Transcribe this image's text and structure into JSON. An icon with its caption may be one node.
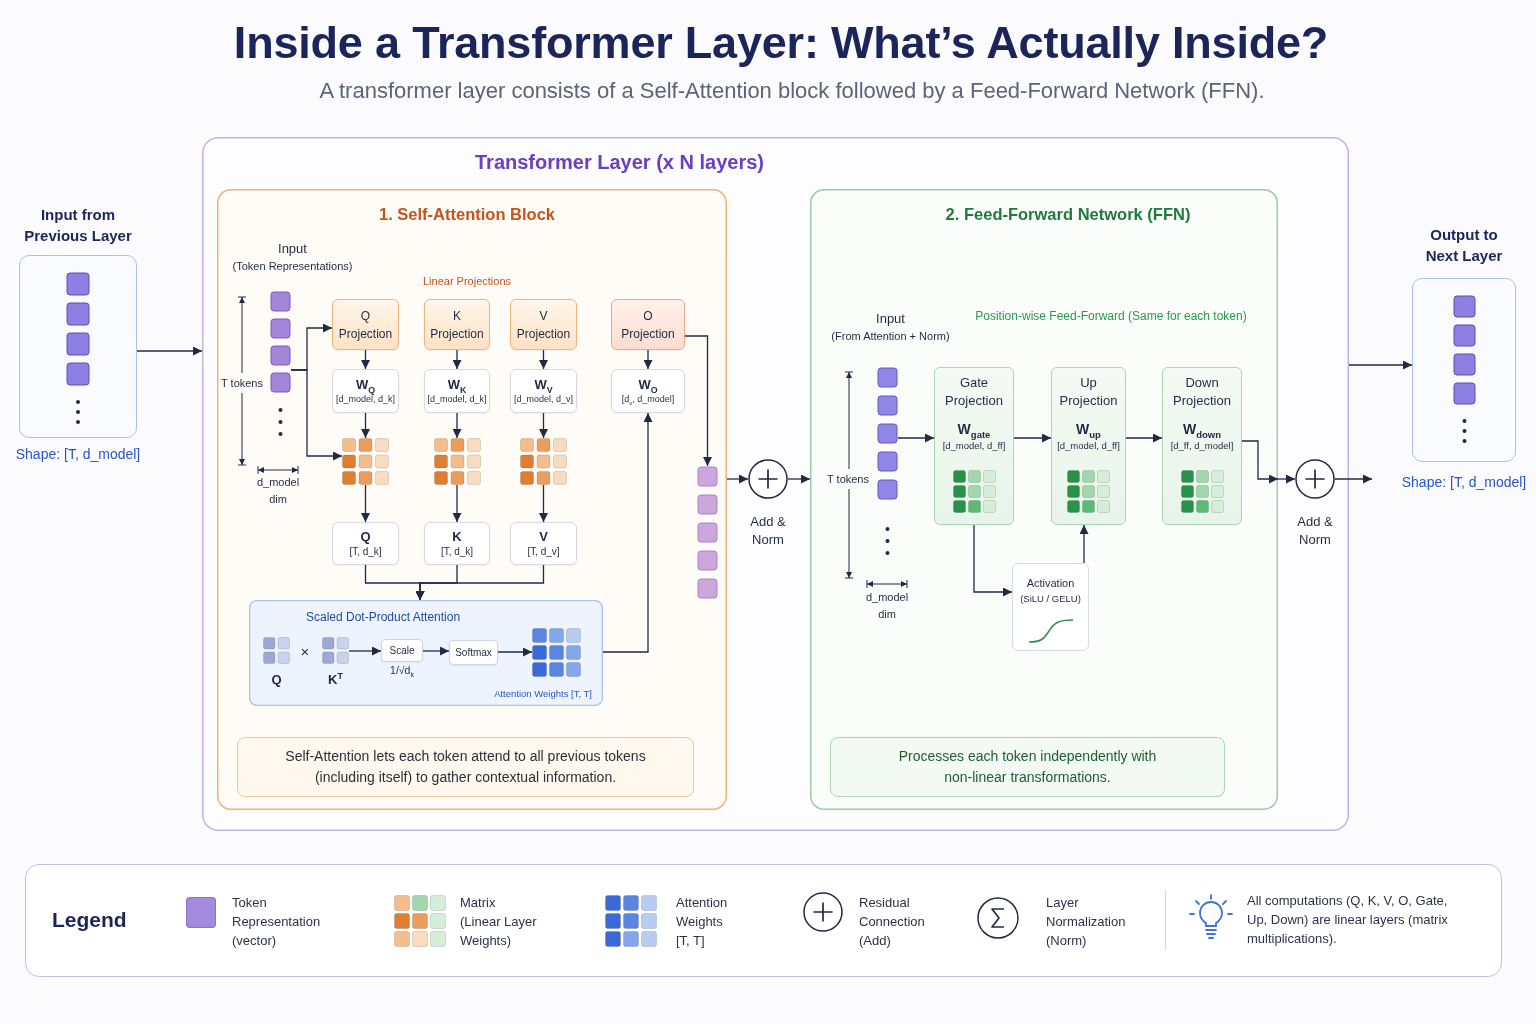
{
  "diagram": {
    "title": "Inside a Transformer Layer: What’s Actually Inside?",
    "nodes": [
      {
        "text": [
          "Input from Previous Layer"
        ],
        "beside": [
          "Shape: [T, d_model]"
        ]
      },
      {
        "text": [
          "Transformer Layer (x N layers)"
        ]
      },
      {
        "text": [
          "1. Self-Attention Block"
        ],
        "in": 1
      },
      {
        "text": [
          "Input",
          "(Token Representations)"
        ],
        "in": 2
      },
      {
        "text": [
          "Q Projection"
        ],
        "in": 2
      },
      {
        "text": [
          "K Projection"
        ],
        "in": 2
      },
      {
        "text": [
          "V Projection"
        ],
        "in": 2
      },
      {
        "text": [
          "O Projection"
        ],
        "in": 2
      },
      {
        "text": [
          "W$_{Q}$",
          "[d_model, d_k]"
        ],
        "in": 2
      },
      {
        "text": [
          "W$_{K}$",
          "[d_model, d_k]"
        ],
        "in": 2
      },
      {
        "text": [
          "W$_{V}$",
          "[d_model, d_v]"
        ],
        "in": 2
      },
      {
        "text": [
          "W$_{O}$",
          "[d$_{v}$, d_model]"
        ],
        "in": 2
      },
      {
        "text": [],
        "shape": "grid",
        "in": 2
      },
      {
        "text": [],
        "shape": "grid",
        "in": 2
      },
      {
        "text": [],
        "shape": "grid",
        "in": 2
      },
      {
        "text": [
          "Q",
          "[T, d_k]"
        ],
        "in": 2
      },
      {
        "text": [
          "K",
          "[T, d_k]"
        ],
        "in": 2
      },
      {
        "text": [
          "V",
          "[T, d_v]"
        ],
        "in": 2
      },
      {
        "text": [
          "Scaled Dot-Product Attention"
        ],
        "in": 2
      },
      {
        "text": [
          "Q"
        ],
        "in": 18
      },
      {
        "text": [
          "K$^{T}$"
        ],
        "in": 18
      },
      {
        "text": [
          "Scale"
        ],
        "beside": [
          "1/√d$_{k}$"
        ],
        "in": 18
      },
      {
        "text": [
          "Softmax"
        ],
        "in": 18
      },
      {
        "text": [
          "Attention Weights [T, T]"
        ],
        "in": 18
      },
      {
        "text": [
          "Self-Attention lets each token attend to all previous tokens (including itself) to gather contextual information."
        ],
        "in": 2
      },
      {
        "text": [],
        "shape": "bar",
        "in": 2
      },
      {
        "text": [
          "Add & Norm"
        ],
        "in": 1
      },
      {
        "text": [
          "2. Feed-Forward Network (FFN)"
        ],
        "in": 1
      },
      {
        "text": [
          "Input",
          "(From Attention + Norm)"
        ],
        "in": 27
      },
      {
        "text": [
          "Gate Projection",
          "W$_{gate}$",
          "[d_model, d_ff]"
        ],
        "in": 27
      },
      {
        "text": [
          "Up Projection",
          "W$_{up}$",
          "[d_model, d_ff]"
        ],
        "in": 27
      },
      {
        "text": [
          "Down Projection",
          "W$_{down}$",
          "[d_ff, d_model]"
        ],
        "in": 27
      },
      {
        "text": [
          "Activation",
          "(SiLU / GELU)"
        ],
        "in": 27
      },
      {
        "text": [
          "Processes each token independently with non-linear transformations."
        ],
        "in": 27
      },
      {
        "text": [
          "Add & Norm"
        ],
        "in": 1
      },
      {
        "text": [
          "Output to Next Layer"
        ],
        "beside": [
          "Shape: [T, d_model]"
        ]
      }
    ],
    "edges": [
      {
        "from": 0,
        "to": 1,
        "arrow": "to"
      },
      {
        "from": 3,
        "to": 4,
        "arrow": "to"
      },
      {
        "from": 3,
        "to": 12,
        "arrow": "to"
      },
      {
        "from": 4,
        "to": 8,
        "arrow": "to"
      },
      {
        "from": 5,
        "to": 9,
        "arrow": "to"
      },
      {
        "from": 6,
        "to": 10,
        "arrow": "to"
      },
      {
        "from": 7,
        "to": 11,
        "arrow": "to"
      },
      {
        "from": 8,
        "to": 12,
        "arrow": "to"
      },
      {
        "from": 9,
        "to": 13,
        "arrow": "to"
      },
      {
        "from": 10,
        "to": 14,
        "arrow": "to"
      },
      {
        "from": 12,
        "to": 15,
        "arrow": "to"
      },
      {
        "from": 13,
        "to": 16,
        "arrow": "to"
      },
      {
        "from": 14,
        "to": 17,
        "arrow": "to"
      },
      {
        "from": 15,
        "to": 18,
        "arrow": "to"
      },
      {
        "from": 16,
        "to": 18,
        "arrow": "to"
      },
      {
        "from": 17,
        "to": 18,
        "arrow": "to"
      },
      {
        "from": 20,
        "to": 21,
        "arrow": "to"
      },
      {
        "from": 21,
        "to": 22,
        "arrow": "to"
      },
      {
        "from": 22,
        "to": 23,
        "arrow": "to"
      },
      {
        "from": 18,
        "to": 11,
        "arrow": "to"
      },
      {
        "from": 7,
        "to": 25,
        "arrow": "to"
      },
      {
        "from": 2,
        "to": 26,
        "arrow": "to"
      },
      {
        "from": 26,
        "to": 27,
        "arrow": "to"
      },
      {
        "from": 28,
        "to": 29,
        "arrow": "to"
      },
      {
        "from": 29,
        "to": 30,
        "arrow": "to"
      },
      {
        "from": 30,
        "to": 31,
        "arrow": "to"
      },
      {
        "from": 29,
        "to": 32,
        "arrow": "to"
      },
      {
        "from": 32,
        "to": 30,
        "arrow": "to"
      },
      {
        "from": 31,
        "to": 27,
        "arrow": "to"
      },
      {
        "from": 27,
        "to": 34,
        "arrow": "to"
      },
      {
        "from": 34,
        "to": null,
        "arrow": "to"
      },
      {
        "from": 1,
        "to": 35,
        "arrow": "to"
      }
    ],
    "labels": [
      "A transformer layer consists of a Self-Attention block followed by a Feed-Forward Network (FFN).",
      "Linear Projections",
      "T tokens",
      "d_model dim",
      "×",
      "Position-wise Feed-Forward (Same for each token)",
      "T tokens",
      "d_model dim",
      "Legend",
      "All computations (Q, K, V, O, Gate, Up, Down) are linear layers (matrix multiplications)."
    ],
    "legend": [
      {
        "text": "Token Representation (vector)",
        "color": "#a58be0"
      },
      {
        "text": "Matrix (Linear Layer Weights)"
      },
      {
        "text": "Attention Weights [T, T]"
      },
      {
        "text": "Residual Connection (Add)"
      },
      {
        "text": "Layer Normalization (Norm)"
      }
    ]
  }
}
